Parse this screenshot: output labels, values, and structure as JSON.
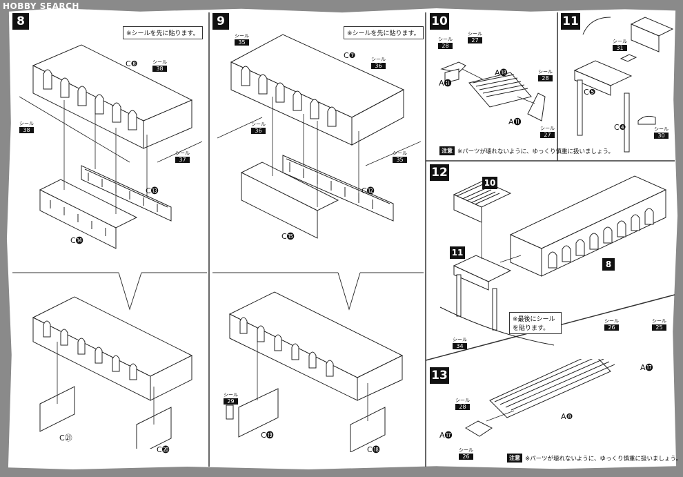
{
  "header": {
    "logo_text": "HOBBY SEARCH"
  },
  "steps": {
    "s8": {
      "num": "8",
      "note": "※シールを先に貼ります。"
    },
    "s9": {
      "num": "9",
      "note": "※シールを先に貼ります。"
    },
    "s10": {
      "num": "10"
    },
    "s11": {
      "num": "11"
    },
    "s12": {
      "num": "12"
    },
    "s13": {
      "num": "13"
    }
  },
  "seal_word": "シール",
  "caution": {
    "badge": "注意",
    "text": "※パーツが壊れないように、ゆっくり慎重に扱いましょう。"
  },
  "final_note": "※最後にシールを貼ります。",
  "parts": {
    "c8": "C❽",
    "c13": "C⓭",
    "c14": "C⓮",
    "c21": "C㉑",
    "c20": "C⓴",
    "c7": "C❼",
    "c12": "C⓬",
    "c15": "C⓯",
    "c19": "C⓳",
    "c18": "C⓲",
    "a18": "A⓲",
    "a11a": "A⓫",
    "a11b": "A⓫",
    "c5": "C❺",
    "c4": "C❹",
    "a17a": "A⓱",
    "a17b": "A⓱",
    "a8": "A❽",
    "ref10": "10",
    "ref11": "11",
    "ref8": "8"
  },
  "seals": {
    "s38a": "38",
    "s38b": "38",
    "s37": "37",
    "s35a": "35",
    "s36a": "36",
    "s36b": "36",
    "s35b": "35",
    "s29": "29",
    "s28a": "28",
    "s27a": "27",
    "s28b": "28",
    "s27b": "27",
    "s31": "31",
    "s30": "30",
    "s34": "34",
    "s26a": "26",
    "s25": "25",
    "s28c": "28",
    "s26b": "26"
  }
}
